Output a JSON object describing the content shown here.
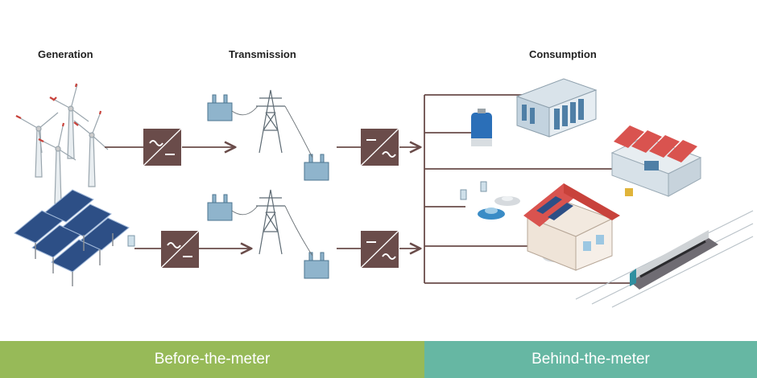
{
  "headings": {
    "generation": "Generation",
    "transmission": "Transmission",
    "consumption": "Consumption"
  },
  "footer": {
    "left_label": "Before-the-meter",
    "right_label": "Behind-the-meter",
    "left_color": "#97ba58",
    "right_color": "#66b7a3"
  },
  "colors": {
    "converter": "#6a4c4a",
    "line": "#6a4c4a",
    "equipment": "#8fb4cc",
    "roof": "#d9534f"
  },
  "icons": [
    "wind-turbine-icon",
    "solar-panel-icon",
    "converter-icon",
    "transformer-icon",
    "pylon-icon",
    "battery-icon",
    "data-center-icon",
    "factory-icon",
    "ev-charger-icon",
    "car-icon",
    "house-icon",
    "train-icon"
  ]
}
